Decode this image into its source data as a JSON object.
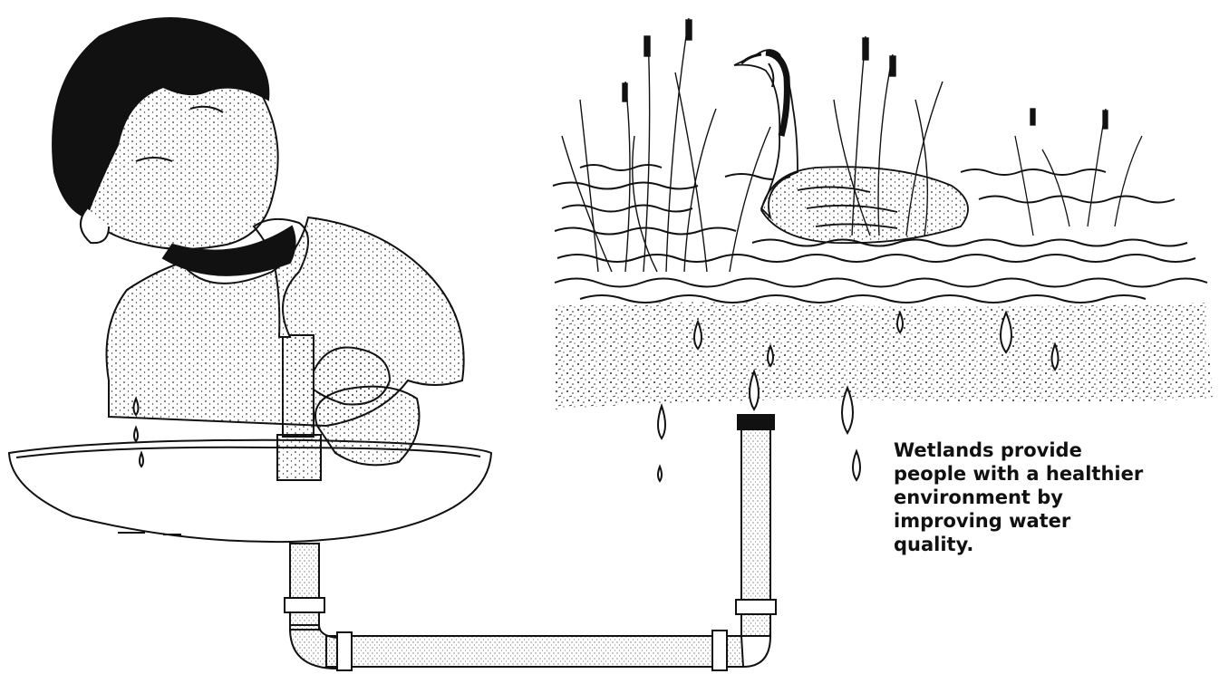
{
  "caption": {
    "lines": [
      "Wetlands provide",
      "people with a healthier",
      "environment by",
      "improving water",
      "quality."
    ]
  },
  "colors": {
    "ink": "#111111",
    "paper": "#ffffff",
    "stipple": "#333333"
  },
  "illustration": {
    "subjects": [
      "child-drinking",
      "drinking-fountain",
      "water-pipe",
      "wetland",
      "canada-goose",
      "cattails",
      "water-droplets",
      "filtering-soil"
    ]
  }
}
